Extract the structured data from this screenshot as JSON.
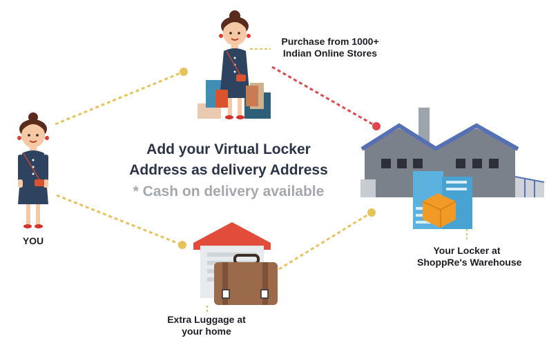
{
  "center": {
    "line1": "Add your Virtual Locker",
    "line2": "Address as delivery Address",
    "note": "* Cash on delivery available"
  },
  "labels": {
    "you": "YOU",
    "purchase_line1": "Purchase from 1000+",
    "purchase_line2": "Indian Online Stores",
    "locker_line1": "Your Locker at",
    "locker_line2": "ShoppRe's Warehouse",
    "luggage_line1": "Extra Luggage at",
    "luggage_line2": "your home"
  },
  "colors": {
    "dotted_yellow": "#e6c25a",
    "dotted_red": "#e0464b",
    "text_dark": "#2b3349",
    "text_gray": "#a4a7ab"
  }
}
